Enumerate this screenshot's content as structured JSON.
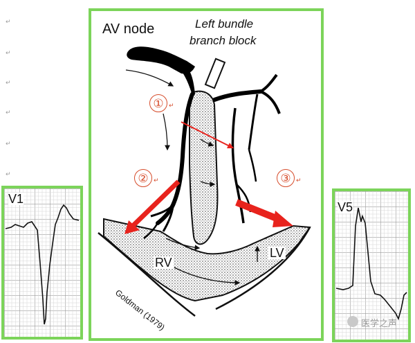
{
  "labels": {
    "av_node": "AV node",
    "block_line1": "Left bundle",
    "block_line2": "branch block",
    "rv": "RV",
    "lv": "LV",
    "credit": "Goldman (1979)",
    "marker1": "①",
    "marker2": "②",
    "marker3": "③",
    "ecg_left": "V1",
    "ecg_right": "V5",
    "watermark": "医学之声"
  },
  "paragraph_mark": "↵",
  "colors": {
    "frame": "#7cd45a",
    "arrow": "#e8231d",
    "marker": "#d64b2a",
    "conduction": "#000000",
    "grid": "#9a9a9a"
  }
}
